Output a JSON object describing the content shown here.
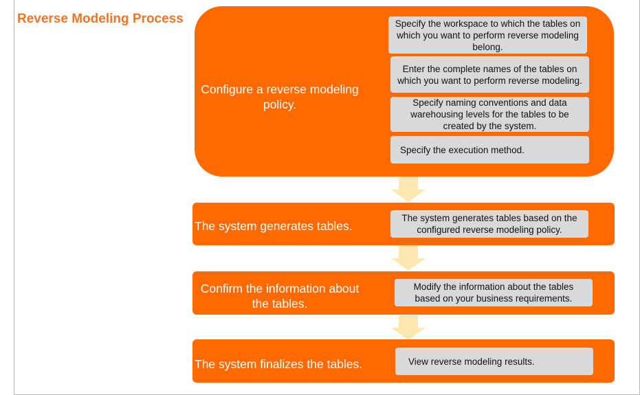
{
  "title": "Reverse Modeling Process",
  "colors": {
    "title": "#f07626",
    "block": "#ff6a00",
    "detail_box": "#d9d9d9",
    "arrow": "#fde9b0"
  },
  "steps": [
    {
      "label": "Configure a reverse modeling policy.",
      "details": [
        "Specify the workspace to which the tables on which you want to perform reverse modeling belong.",
        "Enter the complete names of the tables on which you want to perform reverse modeling.",
        "Specify naming conventions and data warehousing levels for the tables to be created by the system.",
        "Specify the execution method."
      ]
    },
    {
      "label": "The system generates tables.",
      "details": [
        "The system generates tables based on the configured reverse modeling policy."
      ]
    },
    {
      "label": "Confirm the information about the tables.",
      "details": [
        "Modify the information about the tables based on your business requirements."
      ]
    },
    {
      "label": "The system finalizes the tables.",
      "details": [
        "View reverse modeling results."
      ]
    }
  ]
}
